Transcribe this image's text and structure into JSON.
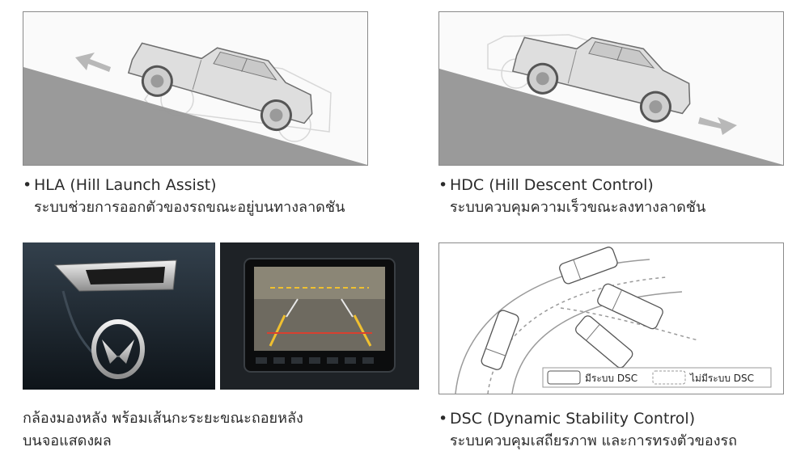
{
  "features": [
    {
      "id": "hla",
      "title": "HLA (Hill Launch Assist)",
      "description": "ระบบช่วยการออกตัวของรถขณะอยู่บนทางลาดชัน"
    },
    {
      "id": "hdc",
      "title": "HDC (Hill Descent Control)",
      "description": "ระบบควบคุมความเร็วขณะลงทางลาดชัน"
    },
    {
      "id": "camera",
      "description_line1": "กล้องมองหลัง พร้อมเส้นกะระยะขณะถอยหลัง",
      "description_line2": "บนจอแสดงผล"
    },
    {
      "id": "dsc",
      "title": "DSC (Dynamic Stability Control)",
      "description": "ระบบควบคุมเสถียรภาพ และการทรงตัวของรถ"
    }
  ],
  "bullet": "•",
  "dsc_legend": {
    "with": "มีระบบ DSC",
    "without": "ไม่มีระบบ DSC"
  },
  "colors": {
    "ground": "#9a9a9a",
    "frame": "#8a8a8a",
    "text": "#2b2b2b",
    "arrow": "#b5b5b5"
  }
}
